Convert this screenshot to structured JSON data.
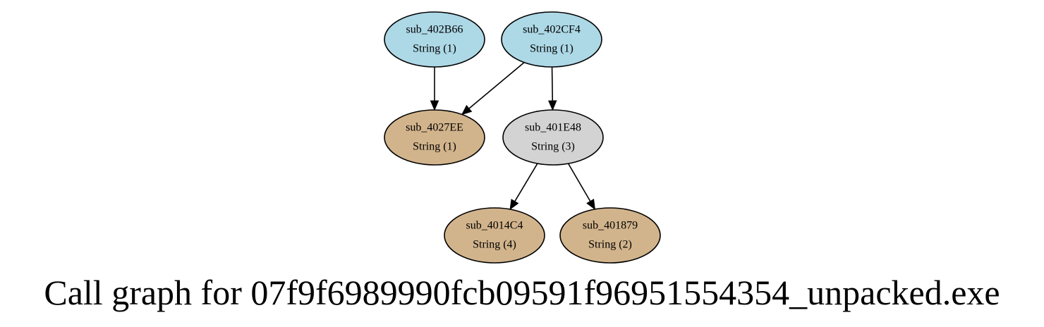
{
  "graph": {
    "label": "Call graph for 07f9f6989990fcb09591f96951554354_unpacked.exe",
    "colors": {
      "blue": "#add8e6",
      "tan": "#d2b48c",
      "gray": "#d3d3d3"
    },
    "nodes": [
      {
        "id": "sub_402B66",
        "name": "sub_402B66",
        "detail": "String (1)",
        "color": "#add8e6"
      },
      {
        "id": "sub_402CF4",
        "name": "sub_402CF4",
        "detail": "String (1)",
        "color": "#add8e6"
      },
      {
        "id": "sub_4027EE",
        "name": "sub_4027EE",
        "detail": "String (1)",
        "color": "#d2b48c"
      },
      {
        "id": "sub_401E48",
        "name": "sub_401E48",
        "detail": "String (3)",
        "color": "#d3d3d3"
      },
      {
        "id": "sub_4014C4",
        "name": "sub_4014C4",
        "detail": "String (4)",
        "color": "#d2b48c"
      },
      {
        "id": "sub_401879",
        "name": "sub_401879",
        "detail": "String (2)",
        "color": "#d2b48c"
      }
    ],
    "edges": [
      {
        "from": "sub_402B66",
        "to": "sub_4027EE"
      },
      {
        "from": "sub_402CF4",
        "to": "sub_4027EE"
      },
      {
        "from": "sub_402CF4",
        "to": "sub_401E48"
      },
      {
        "from": "sub_401E48",
        "to": "sub_4014C4"
      },
      {
        "from": "sub_401E48",
        "to": "sub_401879"
      }
    ]
  }
}
